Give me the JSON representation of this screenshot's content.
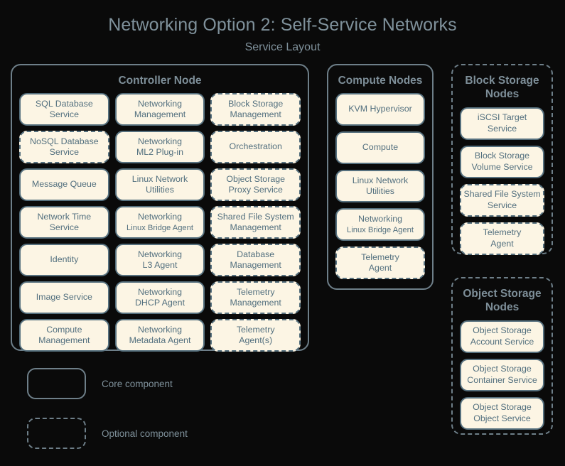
{
  "title": {
    "main": "Networking Option 2: Self-Service Networks",
    "sub": "Service Layout"
  },
  "colors": {
    "background": "#0a0a0a",
    "title_text": "#7f919b",
    "group_border": "#6e7f89",
    "group_title_text": "#7e8f99",
    "box_fill": "#fcf5e4",
    "box_border": "#56707e",
    "box_text": "#53707f"
  },
  "groups": {
    "controller": {
      "title": "Controller Node",
      "style": "solid",
      "columns": [
        [
          {
            "l1": "SQL Database",
            "l2": "Service",
            "style": "solid"
          },
          {
            "l1": "NoSQL Database",
            "l2": "Service",
            "style": "dashed"
          },
          {
            "l1": "Message Queue",
            "l2": "",
            "style": "solid"
          },
          {
            "l1": "Network Time",
            "l2": "Service",
            "style": "solid"
          },
          {
            "l1": "Identity",
            "l2": "",
            "style": "solid"
          },
          {
            "l1": "Image Service",
            "l2": "",
            "style": "solid"
          },
          {
            "l1": "Compute",
            "l2": "Management",
            "style": "solid"
          }
        ],
        [
          {
            "l1": "Networking",
            "l2": "Management",
            "style": "solid"
          },
          {
            "l1": "Networking",
            "l2": "ML2 Plug-in",
            "style": "solid"
          },
          {
            "l1": "Linux Network",
            "l2": "Utilities",
            "style": "solid"
          },
          {
            "l1": "Networking",
            "l2": "Linux Bridge Agent",
            "l2_small": true,
            "style": "solid"
          },
          {
            "l1": "Networking",
            "l2": "L3 Agent",
            "style": "solid"
          },
          {
            "l1": "Networking",
            "l2": "DHCP Agent",
            "style": "solid"
          },
          {
            "l1": "Networking",
            "l2": "Metadata Agent",
            "style": "solid"
          }
        ],
        [
          {
            "l1": "Block Storage",
            "l2": "Management",
            "style": "dashed"
          },
          {
            "l1": "Orchestration",
            "l2": "",
            "style": "dashed"
          },
          {
            "l1": "Object Storage",
            "l2": "Proxy Service",
            "style": "dashed"
          },
          {
            "l1": "Shared File System",
            "l2": "Management",
            "style": "dashed"
          },
          {
            "l1": "Database",
            "l2": "Management",
            "style": "dashed"
          },
          {
            "l1": "Telemetry",
            "l2": "Management",
            "style": "dashed"
          },
          {
            "l1": "Telemetry",
            "l2": "Agent(s)",
            "style": "dashed"
          }
        ]
      ]
    },
    "compute": {
      "title": "Compute Nodes",
      "style": "solid",
      "items": [
        {
          "l1": "KVM Hypervisor",
          "l2": "",
          "style": "solid"
        },
        {
          "l1": "Compute",
          "l2": "",
          "style": "solid"
        },
        {
          "l1": "Linux Network",
          "l2": "Utilities",
          "style": "solid"
        },
        {
          "l1": "Networking",
          "l2": "Linux Bridge Agent",
          "l2_small": true,
          "style": "solid"
        },
        {
          "l1": "Telemetry",
          "l2": "Agent",
          "style": "dashed"
        }
      ]
    },
    "block_storage": {
      "title": "Block Storage Nodes",
      "style": "dashed",
      "items": [
        {
          "l1": "iSCSI Target",
          "l2": "Service",
          "style": "solid"
        },
        {
          "l1": "Block Storage",
          "l2": "Volume Service",
          "style": "solid"
        },
        {
          "l1": "Shared File System",
          "l2": "Service",
          "style": "dashed"
        },
        {
          "l1": "Telemetry",
          "l2": "Agent",
          "style": "dashed"
        }
      ]
    },
    "object_storage": {
      "title": "Object Storage Nodes",
      "style": "dashed",
      "items": [
        {
          "l1": "Object Storage",
          "l2": "Account Service",
          "style": "solid"
        },
        {
          "l1": "Object Storage",
          "l2": "Container Service",
          "style": "solid"
        },
        {
          "l1": "Object Storage",
          "l2": "Object Service",
          "style": "solid"
        }
      ]
    }
  },
  "legend": {
    "core_label": "Core component",
    "optional_label": "Optional component"
  }
}
